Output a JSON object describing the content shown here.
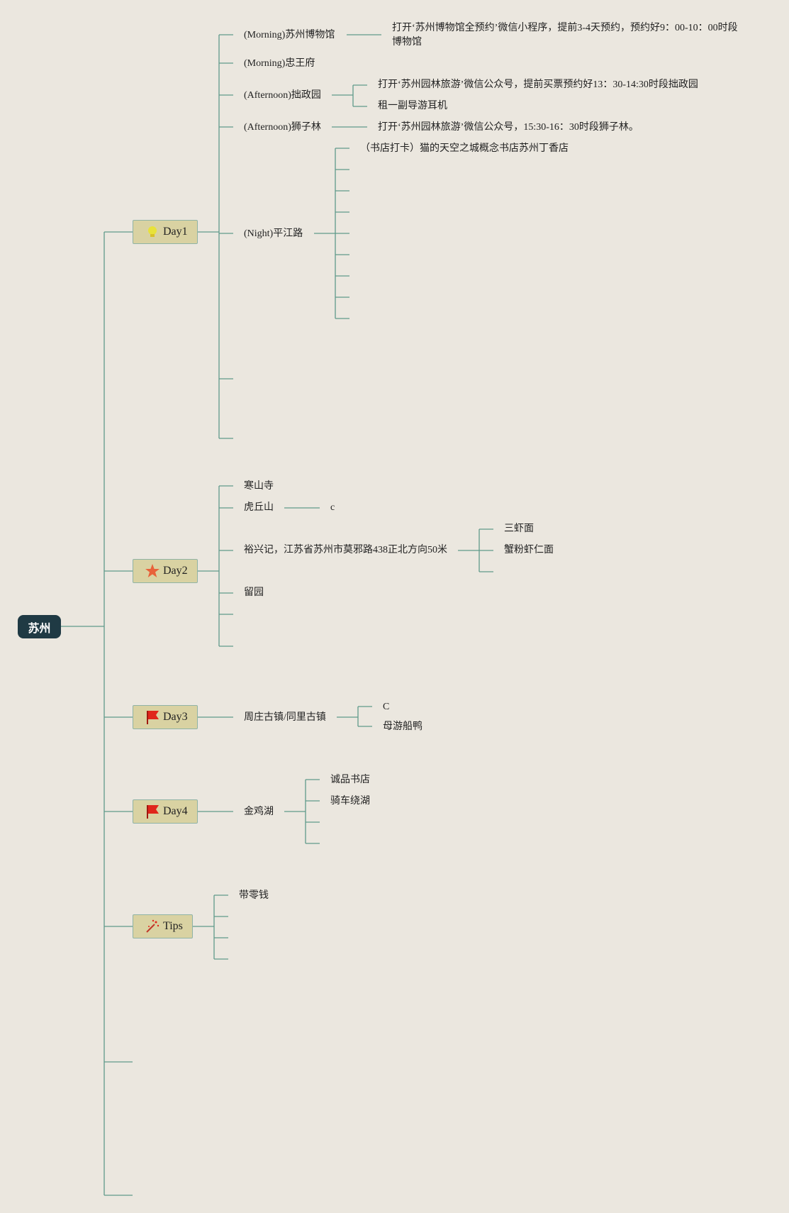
{
  "root": {
    "label": "苏州"
  },
  "days": {
    "day1": {
      "label": "Day1",
      "icon": "lightbulb-icon",
      "items": {
        "museum": "(Morning)苏州博物馆",
        "museum_note": "打开‘苏州博物馆全预约’微信小程序，提前3-4天预约，预约好9：00-10：00时段博物馆",
        "zhongwang": "(Morning)忠王府",
        "zhuozheng": "(Afternoon)拙政园",
        "zhuozheng_note1": "打开‘苏州园林旅游’微信公众号，提前买票预约好13：30-14:30时段拙政园",
        "zhuozheng_note2": "租一副导游耳机",
        "shizilin": "(Afternoon)狮子林",
        "shizilin_note": "打开‘苏州园林旅游’微信公众号，15:30-16：30时段狮子林。",
        "pingjiang": "(Night)平江路",
        "pingjiang_note": "（书店打卡）猫的天空之城概念书店苏州丁香店"
      }
    },
    "day2": {
      "label": "Day2",
      "icon": "star-icon",
      "items": {
        "hanshan": "寒山寺",
        "huqiu": "虎丘山",
        "huqiu_note": "c",
        "yuxingji": "裕兴记，江苏省苏州市莫邪路438正北方向50米",
        "noodle1": "三虾面",
        "noodle2": "蟹粉虾仁面",
        "liuyuan": "留园"
      }
    },
    "day3": {
      "label": "Day3",
      "icon": "flag-icon",
      "items": {
        "zhouzhuang": "周庄古镇/同里古镇",
        "note1": "C",
        "note2": "母游船鸭"
      }
    },
    "day4": {
      "label": "Day4",
      "icon": "flag-icon",
      "items": {
        "jinjihu": "金鸡湖",
        "note1": "诚品书店",
        "note2": "骑车绕湖"
      }
    },
    "tips": {
      "label": "Tips",
      "icon": "magic-wand-icon",
      "items": {
        "change": "带零钱"
      }
    }
  },
  "colors": {
    "background": "#ebe7df",
    "line": "#5f9a8a",
    "root_fill": "#1f3a44",
    "day_fill": "#d9d2a2",
    "flag": "#e0261b",
    "star": "#e8623a",
    "bulb": "#e8e23a"
  }
}
